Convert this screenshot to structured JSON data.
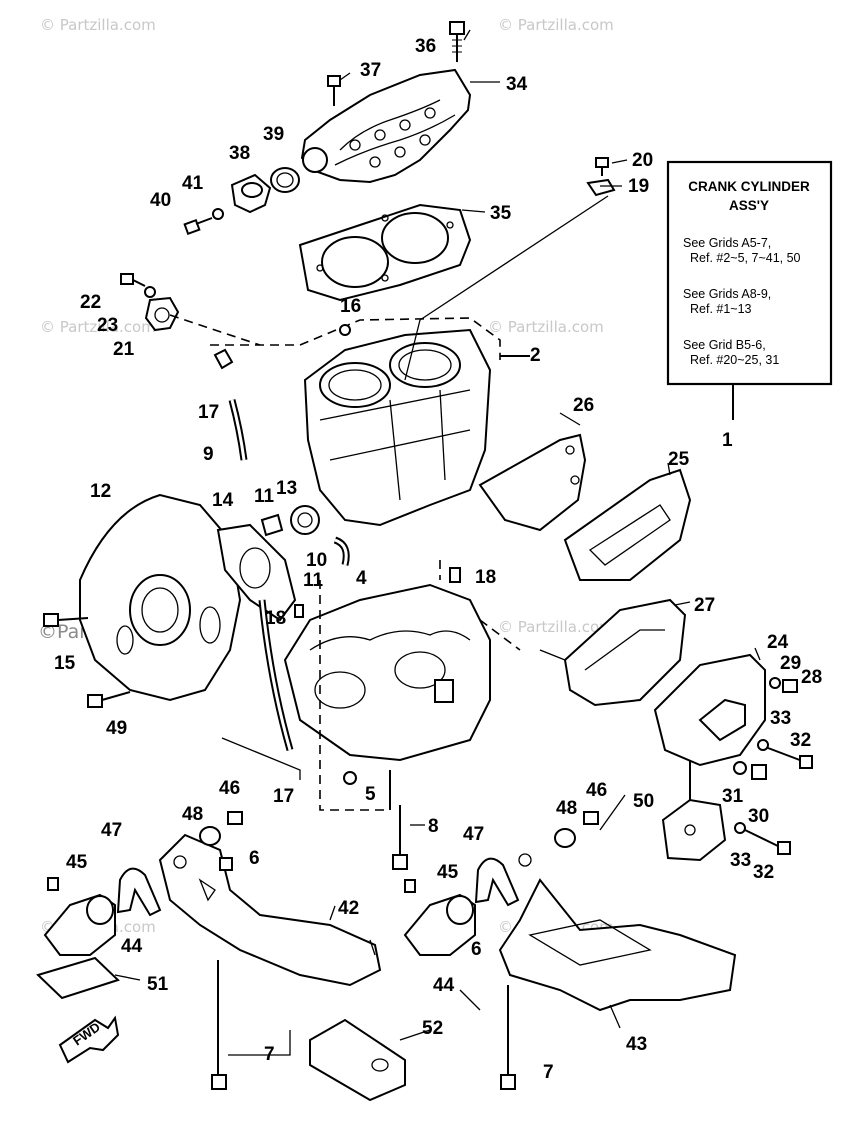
{
  "watermarks": {
    "small": "© Partzilla.com",
    "large": "©Partzilla.com"
  },
  "info_box": {
    "title_line1": "CRANK CYLINDER",
    "title_line2": "ASS'Y",
    "ref1_line1": "See Grids A5-7,",
    "ref1_line2": "Ref. #2~5, 7~41, 50",
    "ref2_line1": "See Grids A8-9,",
    "ref2_line2": "Ref. #1~13",
    "ref3_line1": "See Grid B5-6,",
    "ref3_line2": "Ref. #20~25, 31",
    "callout": "1"
  },
  "fwd_label": "FWD",
  "callouts": {
    "c2": "2",
    "c4": "4",
    "c5": "5",
    "c6a": "6",
    "c6b": "6",
    "c7a": "7",
    "c7b": "7",
    "c8": "8",
    "c9": "9",
    "c10": "10",
    "c11a": "11",
    "c11b": "11",
    "c12": "12",
    "c13": "13",
    "c14": "14",
    "c15": "15",
    "c16": "16",
    "c17a": "17",
    "c17b": "17",
    "c18a": "18",
    "c18b": "18",
    "c19": "19",
    "c20": "20",
    "c21": "21",
    "c22": "22",
    "c23": "23",
    "c24": "24",
    "c25": "25",
    "c26": "26",
    "c27": "27",
    "c28": "28",
    "c29": "29",
    "c30": "30",
    "c31": "31",
    "c32a": "32",
    "c32b": "32",
    "c33a": "33",
    "c33b": "33",
    "c34": "34",
    "c35": "35",
    "c36": "36",
    "c37": "37",
    "c38": "38",
    "c39": "39",
    "c40": "40",
    "c41": "41",
    "c42": "42",
    "c43": "43",
    "c44a": "44",
    "c44b": "44",
    "c45a": "45",
    "c45b": "45",
    "c46a": "46",
    "c46b": "46",
    "c47a": "47",
    "c47b": "47",
    "c48a": "48",
    "c48b": "48",
    "c49": "49",
    "c50": "50",
    "c51": "51",
    "c52": "52"
  }
}
